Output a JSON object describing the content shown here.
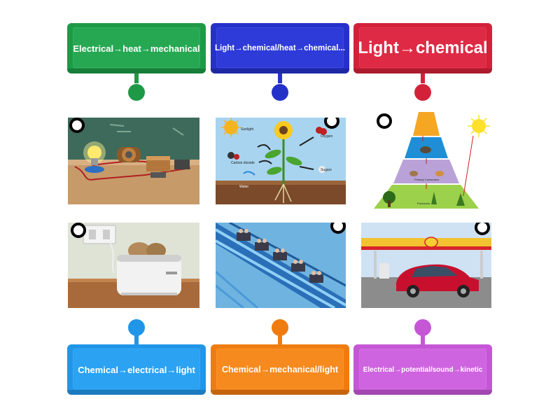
{
  "labels_top": [
    {
      "text": "Electrical→heat→mechanical",
      "color": "#1e9a47"
    },
    {
      "text": "Light→chemical/heat→chemical...",
      "color": "#2631c9"
    },
    {
      "text": "Light→chemical",
      "color": "#d4213a"
    }
  ],
  "labels_bottom": [
    {
      "text": "Chemical→electrical→light",
      "color": "#2196e8"
    },
    {
      "text": "Chemical→mechanical/light",
      "color": "#f07c10"
    },
    {
      "text": "Electrical→potential/sound→kinetic",
      "color": "#c557d6"
    }
  ],
  "images": [
    {
      "name": "electric-motor-circuit"
    },
    {
      "name": "photosynthesis-diagram",
      "labels": {
        "sunlight": "Sunlight",
        "oxygen": "Oxygen",
        "co2": "Carbon dioxide",
        "sugars": "Sugars",
        "water": "Water"
      }
    },
    {
      "name": "food-energy-pyramid",
      "labels": {
        "producers": "Producers",
        "primary": "Primary Consumers"
      }
    },
    {
      "name": "toaster"
    },
    {
      "name": "roller-coaster"
    },
    {
      "name": "car-at-gas-station"
    }
  ]
}
